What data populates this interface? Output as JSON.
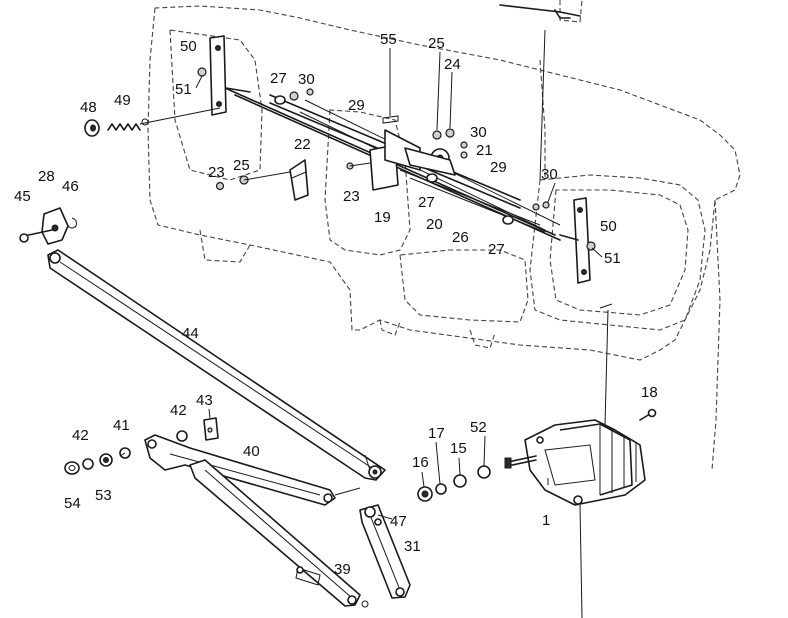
{
  "diagram": {
    "type": "exploded-parts-diagram",
    "labels": {
      "p1": "1",
      "p15": "15",
      "p16": "16",
      "p17": "17",
      "p18": "18",
      "p19": "19",
      "p20": "20",
      "p21": "21",
      "p22": "22",
      "p23a": "23",
      "p23b": "23",
      "p24": "24",
      "p25a": "25",
      "p25b": "25",
      "p26": "26",
      "p27a": "27",
      "p27b": "27",
      "p27c": "27",
      "p28": "28",
      "p29a": "29",
      "p29b": "29",
      "p30a": "30",
      "p30b": "30",
      "p30c": "30",
      "p31": "31",
      "p39": "39",
      "p40": "40",
      "p41": "41",
      "p42a": "42",
      "p42b": "42",
      "p43": "43",
      "p44": "44",
      "p45": "45",
      "p46": "46",
      "p47": "47",
      "p48": "48",
      "p49": "49",
      "p50a": "50",
      "p50b": "50",
      "p51a": "51",
      "p51b": "51",
      "p52": "52",
      "p53": "53",
      "p54": "54",
      "p55": "55"
    }
  }
}
